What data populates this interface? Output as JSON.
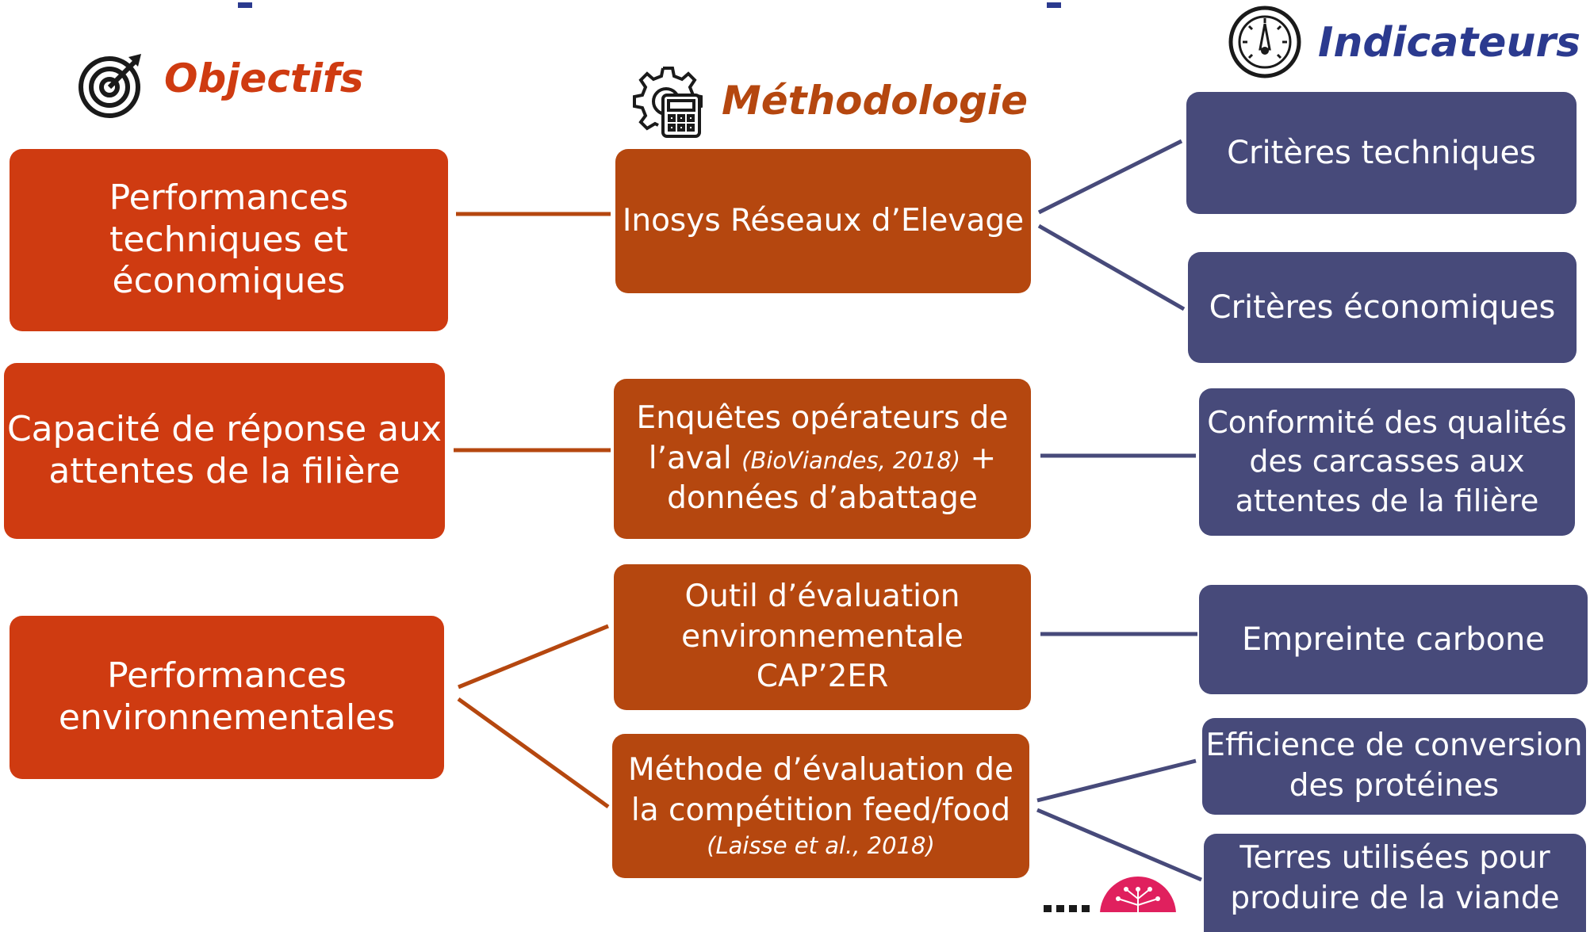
{
  "colors": {
    "objectif": "#cf3b11",
    "methodologie": "#b5470f",
    "indicateur": "#474a7a",
    "title_blue": "#2b3a8f",
    "icon": "#1a1a1a"
  },
  "headings": {
    "objectifs": "Objectifs",
    "methodologie": "Méthodologie",
    "indicateurs": "Indicateurs"
  },
  "objectifs": [
    {
      "lines": [
        "Performances",
        "techniques et",
        "économiques"
      ]
    },
    {
      "lines": [
        "Capacité de réponse aux",
        "attentes de la filière"
      ]
    },
    {
      "lines": [
        "Performances",
        "environnementales"
      ]
    }
  ],
  "methodologies": [
    {
      "line1": "Inosys Réseaux d’Elevage"
    },
    {
      "line1": "Enquêtes opérateurs de",
      "line2_pre": "l’aval",
      "line2_ital": "(BioViandes, 2018)",
      "line2_post": " +",
      "line3": "données d’abattage"
    },
    {
      "line1": "Outil d’évaluation",
      "line2": "environnementale",
      "line3": "CAP’2ER"
    },
    {
      "line1": "Méthode d’évaluation de",
      "line2": "la compétition feed/food",
      "line3_ital": "(Laisse et al., 2018)"
    }
  ],
  "indicateurs": [
    {
      "lines": [
        "Critères techniques"
      ]
    },
    {
      "lines": [
        "Critères économiques"
      ]
    },
    {
      "lines": [
        "Conformité des qualités",
        "des carcasses aux",
        "attentes de la filière"
      ]
    },
    {
      "lines": [
        "Empreinte carbone"
      ]
    },
    {
      "lines": [
        "Efficience de conversion",
        "des protéines"
      ]
    },
    {
      "lines": [
        "Terres utilisées pour",
        "produire de la viande"
      ]
    }
  ],
  "icons": [
    "target-icon",
    "gear-calculator-icon",
    "gauge-icon",
    "logo"
  ]
}
